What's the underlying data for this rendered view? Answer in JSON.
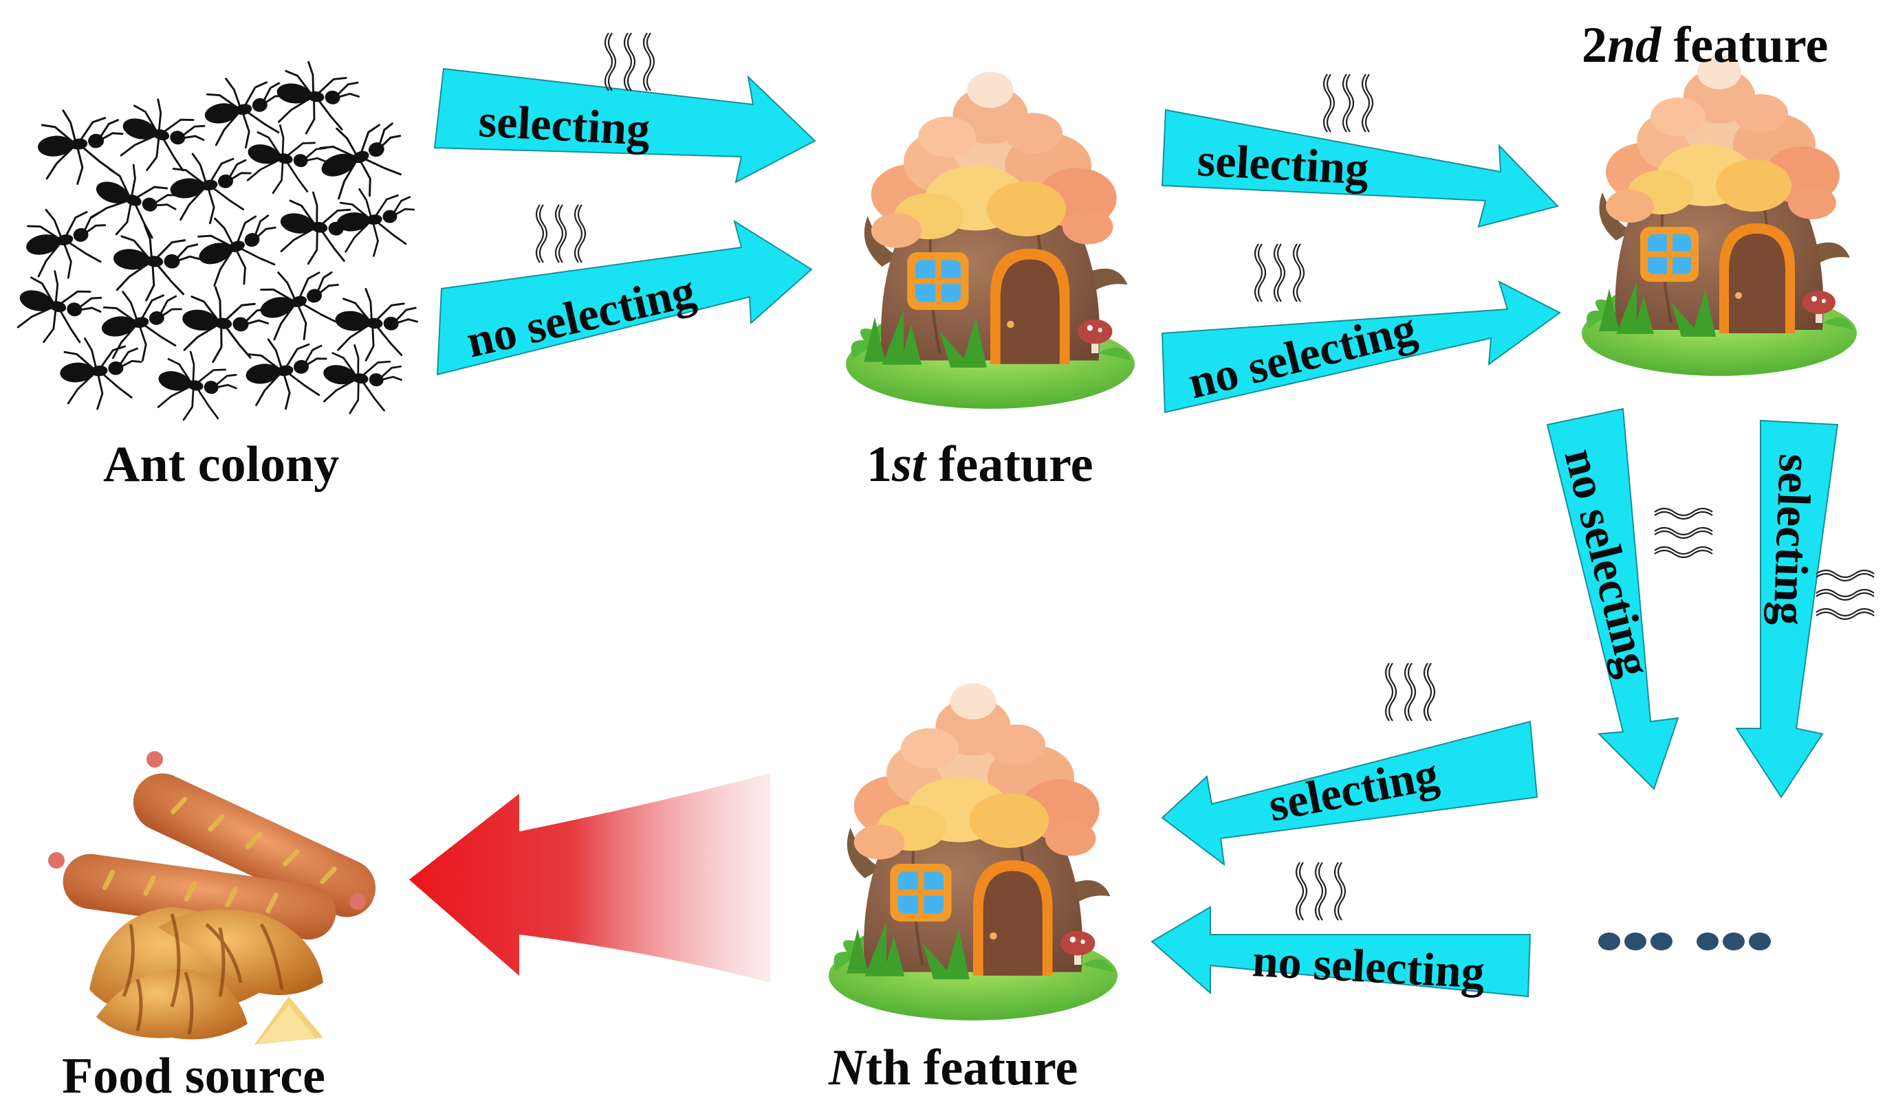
{
  "labels": {
    "ant_colony": "Ant colony",
    "feature1_prefix": "1",
    "feature1_ital": "st",
    "feature1_suffix": " feature",
    "feature2_prefix": "2",
    "feature2_ital": "nd",
    "feature2_suffix": " feature",
    "featureN_ital": "N",
    "featureN_suffix": "th feature",
    "food_source": "Food source"
  },
  "arrows": {
    "a1": "selecting",
    "a2": "no selecting",
    "a3": "selecting",
    "a4": "no selecting",
    "a5": "no selecting",
    "a6": "selecting",
    "a7": "selecting",
    "a8": "no selecting"
  },
  "colors": {
    "arrow_fill": "#19e3f2",
    "arrow_stroke": "#178f9a",
    "big_arrow": "#e8161c",
    "dots": "#2b4f6e"
  }
}
